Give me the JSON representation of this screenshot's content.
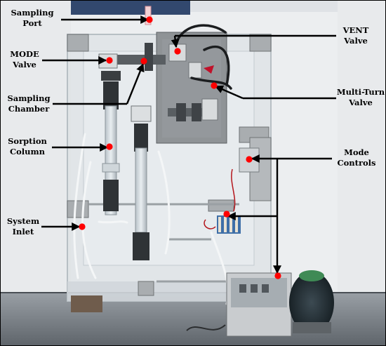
{
  "labels": {
    "sampling_port": [
      "Sampling",
      "Port"
    ],
    "mode_valve": [
      "MODE",
      "Valve"
    ],
    "sampling_chamber": [
      "Sampling",
      "Chamber"
    ],
    "sorption_column": [
      "Sorption",
      "Column"
    ],
    "system_inlet": [
      "System",
      "Inlet"
    ],
    "vent_valve": [
      "VENT",
      "Valve"
    ],
    "multi_turn_valve": [
      "Multi-Turn",
      "Valve"
    ],
    "mode_controls": [
      "Mode",
      "Controls"
    ]
  },
  "colors": {
    "marker": "#ff0000",
    "leader_line": "#000000",
    "wall": "#e6e8ea",
    "floor": "#7d8288",
    "acrylic_frame": "#d7dde0",
    "steel_plate": "#8f9396"
  }
}
